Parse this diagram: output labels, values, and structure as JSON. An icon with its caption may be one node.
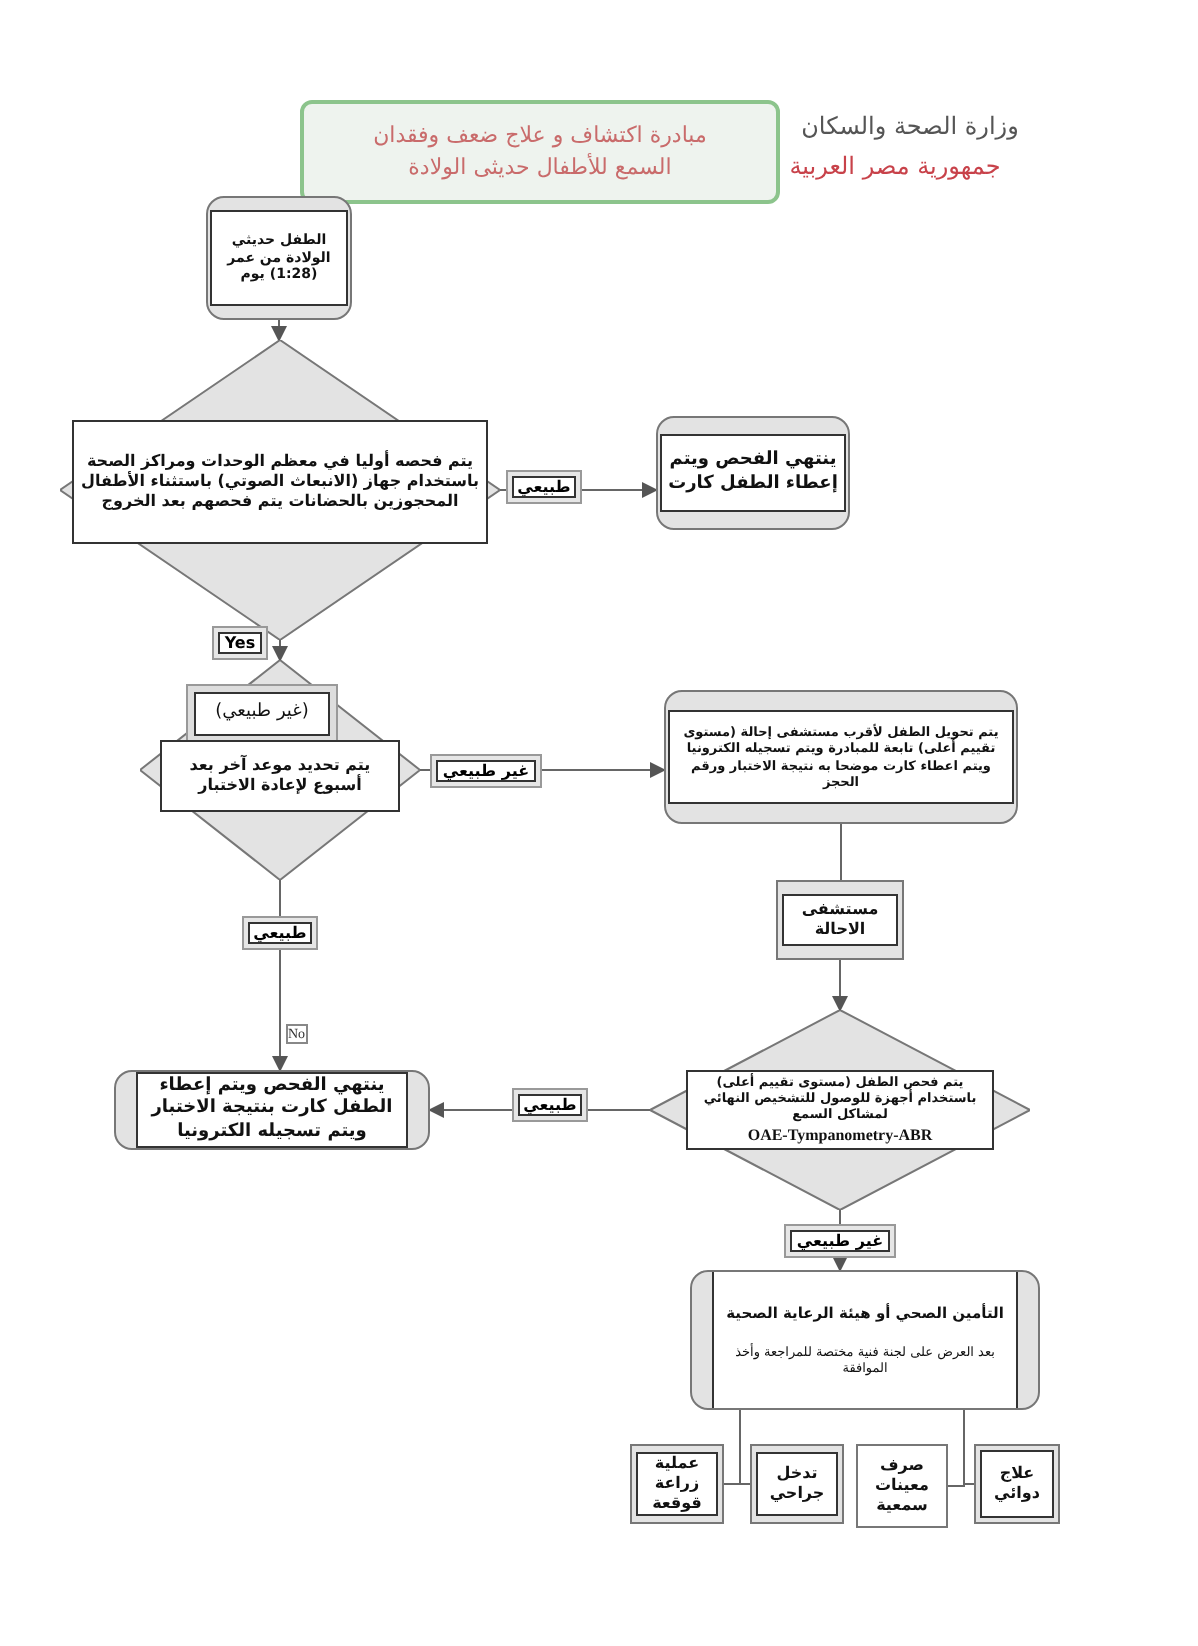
{
  "diagram": {
    "nodes": [
      {
        "text": [
          "مبادرة اكتشاف و علاج ضعف وفقدان السمع للأطفال حديثى الولادة"
        ]
      },
      {
        "text": [
          "الطفل حديثي الولادة من عمر (1:28) يوم"
        ]
      },
      {
        "text": [
          "يتم فحصه أوليا في معظم الوحدات ومراكز الصحة باستخدام جهاز (الانبعاث الصوتي) باستثناء الأطفال المحجوزين بالحضانات يتم فحصهم بعد الخروج"
        ]
      },
      {
        "text": [
          "ينتهي الفحص ويتم إعطاء الطفل كارت"
        ]
      },
      {
        "text": [
          "(غير طبيعي)",
          "يتم تحديد موعد آخر بعد أسبوع لإعادة الاختبار"
        ]
      },
      {
        "text": [
          "يتم تحويل الطفل لأقرب مستشفى إحالة (مستوى تقييم أعلى) تابعة للمبادرة ويتم تسجيله الكترونيا ويتم اعطاء كارت موضحا به نتيجة الاختبار ورقم الحجز"
        ]
      },
      {
        "text": [
          "مستشفى الاحالة"
        ]
      },
      {
        "text": [
          "يتم فحص الطفل (مستوى تقييم أعلى) باستخدام أجهزة للوصول للتشخيص النهائي لمشاكل السمع",
          "OAE-Tympanometry-ABR"
        ]
      },
      {
        "text": [
          "ينتهي الفحص ويتم إعطاء الطفل كارت بنتيجة الاختبار ويتم تسجيله الكترونيا"
        ]
      },
      {
        "text": [
          "التأمين الصحي أو هيئة الرعاية الصحية",
          "بعد العرض على لجنة فنية مختصة للمراجعة وأخذ الموافقة"
        ]
      },
      {
        "text": [
          "عملية زراعة قوقعة"
        ]
      },
      {
        "text": [
          "تدخل جراحي"
        ]
      },
      {
        "text": [
          "صرف معينات سمعية"
        ]
      },
      {
        "text": [
          "علاج دوائي"
        ]
      }
    ],
    "edges": [
      {
        "from": 1,
        "to": 2,
        "arrow": "to"
      },
      {
        "from": 2,
        "to": 3,
        "arrow": "to",
        "label": "طبيعي"
      },
      {
        "from": 2,
        "to": 4,
        "arrow": "to",
        "label": "Yes"
      },
      {
        "from": 4,
        "to": 5,
        "arrow": "to",
        "label": "غير طبيعي"
      },
      {
        "from": 5,
        "to": 6,
        "arrow": "none"
      },
      {
        "from": 6,
        "to": 7,
        "arrow": "to"
      },
      {
        "from": 4,
        "to": 8,
        "arrow": "to",
        "label": "طبيعي"
      },
      {
        "from": 7,
        "to": 8,
        "arrow": "to",
        "label": "طبيعي"
      },
      {
        "from": 7,
        "to": 9,
        "arrow": "to",
        "label": "غير طبيعي"
      },
      {
        "from": 9,
        "to": 10,
        "arrow": "none"
      },
      {
        "from": 9,
        "to": 11,
        "arrow": "none"
      },
      {
        "from": 9,
        "to": 12,
        "arrow": "none"
      },
      {
        "from": 9,
        "to": 13,
        "arrow": "none"
      }
    ],
    "labels": [
      "وزارة الصحة والسكان",
      "جمهورية مصر العربية",
      "No"
    ]
  }
}
